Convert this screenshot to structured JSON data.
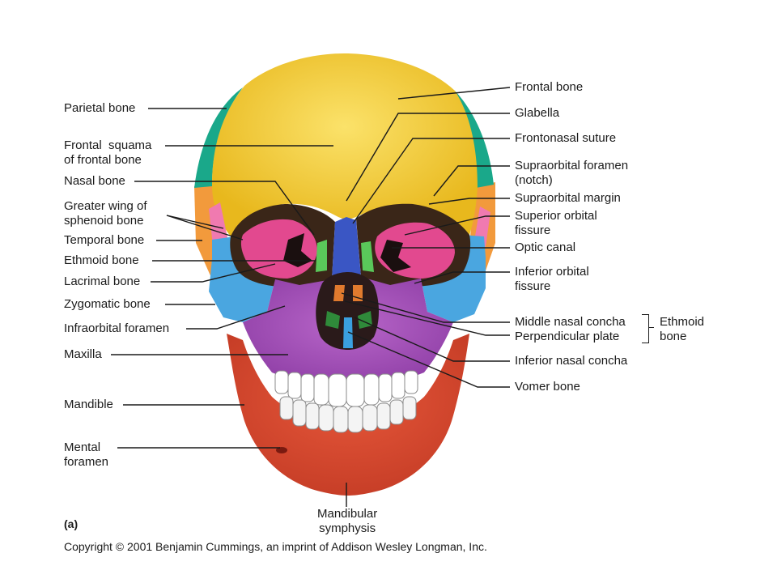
{
  "labels_left": {
    "parietal_bone": "Parietal bone",
    "frontal_squama": "Frontal  squama\nof frontal bone",
    "nasal_bone": "Nasal bone",
    "greater_wing": "Greater wing of\nsphenoid bone",
    "temporal_bone": "Temporal bone",
    "ethmoid_bone": "Ethmoid bone",
    "lacrimal_bone": "Lacrimal bone",
    "zygomatic_bone": "Zygomatic bone",
    "infraorbital_foramen": "Infraorbital foramen",
    "maxilla": "Maxilla",
    "mandible": "Mandible",
    "mental_foramen": "Mental\nforamen"
  },
  "labels_right": {
    "frontal_bone": "Frontal bone",
    "glabella": "Glabella",
    "frontonasal_suture": "Frontonasal suture",
    "supraorbital_foramen": "Supraorbital foramen\n(notch)",
    "supraorbital_margin": "Supraorbital margin",
    "superior_orbital_fissure": "Superior orbital\nfissure",
    "optic_canal": "Optic canal",
    "inferior_orbital_fissure": "Inferior orbital\nfissure",
    "middle_nasal_concha": "Middle nasal concha",
    "perpendicular_plate": "Perpendicular plate",
    "ethmoid_group": "Ethmoid\nbone",
    "inferior_nasal_concha": "Inferior nasal concha",
    "vomer_bone": "Vomer bone"
  },
  "labels_bottom": {
    "mandibular_symphysis": "Mandibular\nsymphysis"
  },
  "panel_label": "(a)",
  "copyright": "Copyright © 2001 Benjamin Cummings, an imprint of Addison Wesley Longman, Inc.",
  "colors": {
    "frontal": "#f6cf2e",
    "parietal": "#1aa88a",
    "temporal": "#f29a3c",
    "sphenoid": "#f07ab0",
    "zygomatic": "#4aa6e0",
    "maxilla": "#a24fb8",
    "mandible": "#d9462e",
    "nasal": "#3a56c4",
    "ethmoid": "#5ac85a",
    "orbit_dark": "#2a1a1a",
    "teeth": "#ffffff",
    "leader": "#1a1a1a"
  }
}
